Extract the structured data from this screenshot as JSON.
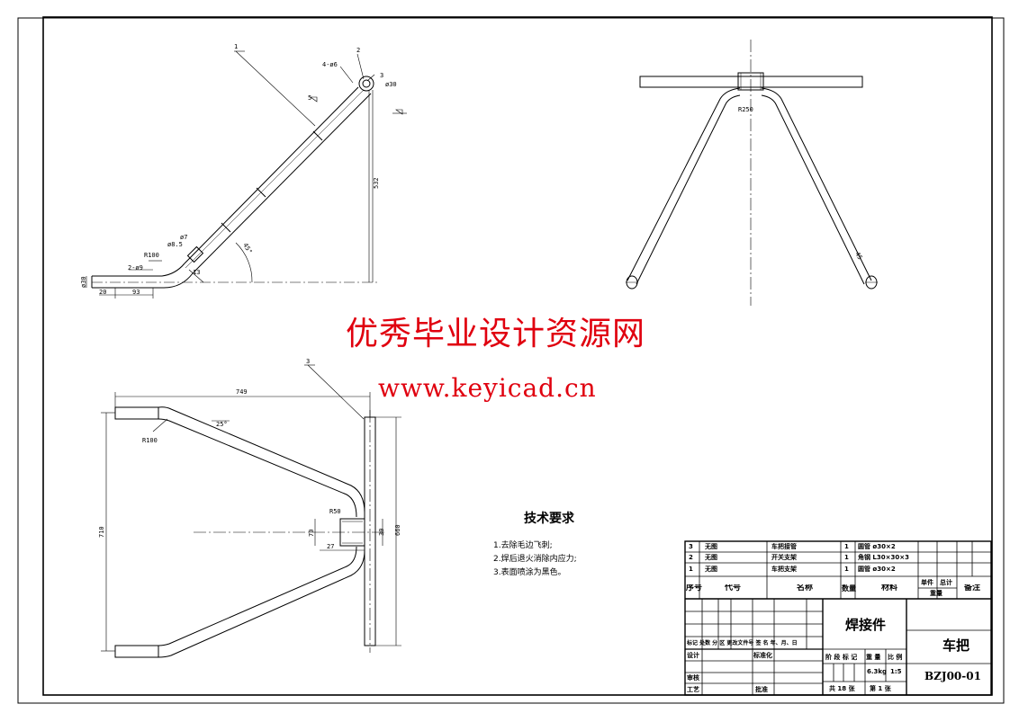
{
  "watermark": {
    "title": "优秀毕业设计资源网",
    "url": "www.keyicad.cn"
  },
  "tech_requirements": {
    "title": "技术要求",
    "items": [
      "1.去除毛边飞刺;",
      "2.焊后退火消除内应力;",
      "3.表面喷涂为黑色。"
    ]
  },
  "view_side": {
    "balloons": [
      "1",
      "2",
      "3",
      "4-ø6",
      "5"
    ],
    "dims": [
      "ø30",
      "532",
      "45°",
      "ø7",
      "ø8.5",
      "13",
      "R100",
      "2-ø9",
      "ø30",
      "20",
      "93"
    ]
  },
  "view_front": {
    "dims": [
      "R250",
      "45"
    ]
  },
  "view_top": {
    "balloons": [
      "3"
    ],
    "dims": [
      "749",
      "25°",
      "R100",
      "710",
      "R50",
      "70",
      "27",
      "30",
      "660"
    ]
  },
  "bom": {
    "rows": [
      {
        "no": "3",
        "code": "无图",
        "name": "车把接管",
        "qty": "1",
        "material": "圆管 ø30×2"
      },
      {
        "no": "2",
        "code": "无图",
        "name": "开关支架",
        "qty": "1",
        "material": "角钢 L30×30×3"
      },
      {
        "no": "1",
        "code": "无图",
        "name": "车把支架",
        "qty": "1",
        "material": "圆管 ø30×2"
      }
    ],
    "headers": {
      "no": "序号",
      "code": "代号",
      "name": "名称",
      "qty": "数量",
      "material": "材料",
      "single": "单件",
      "total": "总计",
      "weight": "重量",
      "remark": "备注"
    }
  },
  "title_block": {
    "part_title": "焊接件",
    "product_name": "车把",
    "drawing_no": "BZJ00-01",
    "revision_row": "标记 处数 分 区 更改文件号 签 名 年、月、日",
    "design": "设计",
    "standardize": "标准化",
    "review": "审核",
    "process": "工艺",
    "approve": "批准",
    "stage_mark": "阶 段 标 记",
    "weight_label": "重 量",
    "scale_label": "比 例",
    "weight": "6.3kg",
    "scale": "1:5",
    "sheets": "共 18 张",
    "sheet_no": "第 1 张"
  }
}
